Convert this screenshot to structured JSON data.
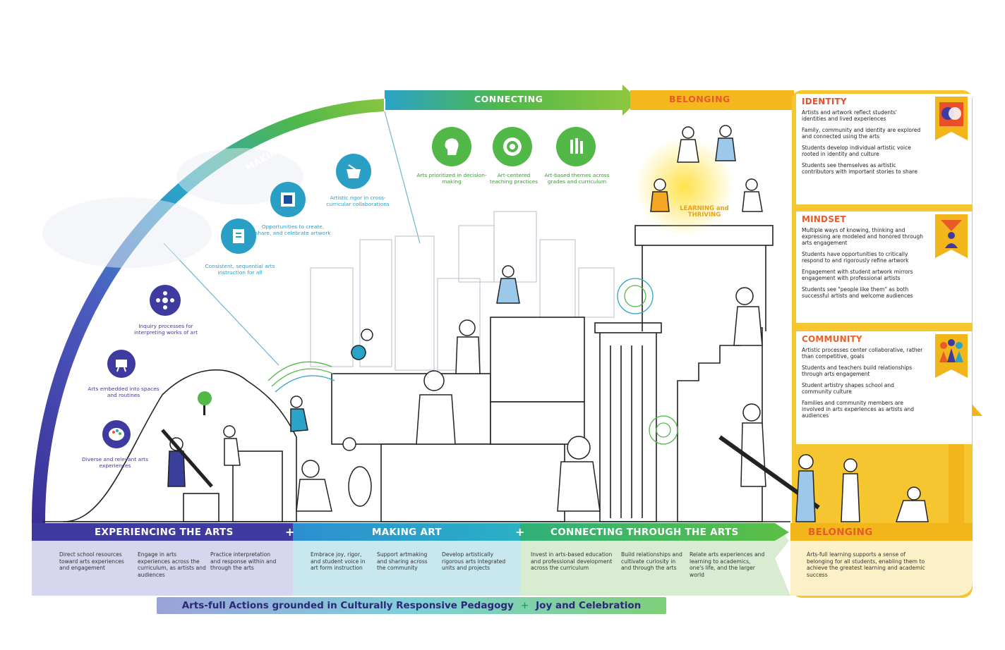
{
  "arch": {
    "experiencing": "EXPERIENCING",
    "making": "MAKING",
    "connecting": "CONNECTING",
    "belonging": "BELONGING"
  },
  "icons": {
    "experiencing": [
      {
        "icon": "palette-icon",
        "caption": "Diverse and relevant arts experiences"
      },
      {
        "icon": "easel-icon",
        "caption": "Arts embedded into spaces and routines"
      },
      {
        "icon": "network-icon",
        "caption": "Inquiry processes for interpreting works of art"
      }
    ],
    "making": [
      {
        "icon": "book-icon",
        "caption": "Consistent, sequential arts instruction for all"
      },
      {
        "icon": "frame-icon",
        "caption": "Opportunities to create, share, and celebrate artwork"
      },
      {
        "icon": "basket-icon",
        "caption": "Artistic rigor in cross-curricular collaborations"
      }
    ],
    "connecting": [
      {
        "icon": "head-icon",
        "caption": "Arts prioritized in decision-making"
      },
      {
        "icon": "target-icon",
        "caption": "Art-centered teaching practices"
      },
      {
        "icon": "tools-icon",
        "caption": "Art-based themes across grades and curriculum"
      }
    ]
  },
  "summit_label": "LEARNING and THRIVING",
  "panels": [
    {
      "title": "IDENTITY",
      "icon": "identity-faces-icon",
      "items": [
        "Artists and artwork reflect students' identities and lived experiences",
        "Family, community and identity are explored and connected using the arts",
        "Students develop individual artistic voice rooted in identity and culture",
        "Students see themselves as artistic contributors with important stories to share"
      ]
    },
    {
      "title": "MINDSET",
      "icon": "mindset-person-icon",
      "items": [
        "Multiple ways of knowing, thinking and expressing are modeled and honored through arts engagement",
        "Students have opportunities to critically respond to and rigorously refine artwork",
        "Engagement with student artwork mirrors engagement with professional artists",
        "Students see \"people like them\" as both successful artists and welcome audiences"
      ]
    },
    {
      "title": "COMMUNITY",
      "icon": "community-people-icon",
      "items": [
        "Artistic processes center collaborative, rather than competitive, goals",
        "Students and teachers build relationships through arts engagement",
        "Student artistry shapes school and community culture",
        "Families and community members are involved in arts experiences as artists and audiences"
      ]
    }
  ],
  "bands": [
    {
      "label": "EXPERIENCING THE ARTS",
      "columns": [
        "Direct school resources toward arts experiences and engagement",
        "Engage in arts experiences across the curriculum, as artists and audiences",
        "Practice interpretation and response within and through the arts"
      ]
    },
    {
      "label": "MAKING ART",
      "columns": [
        "Embrace joy, rigor, and student voice in art form instruction",
        "Support artmaking and sharing across the community",
        "Develop artistically rigorous arts integrated units and projects"
      ]
    },
    {
      "label": "CONNECTING THROUGH THE ARTS",
      "columns": [
        "Invest in arts-based education and professional development across the curriculum",
        "Build relationships and cultivate curiosity in and through the arts",
        "Relate arts experiences and learning to academics, one's life, and the larger world"
      ]
    },
    {
      "label": "BELONGING",
      "columns": [
        "Arts-full learning supports a sense of belonging for all students, enabling them to achieve the greatest learning and academic success"
      ]
    }
  ],
  "plus": "+",
  "footer": {
    "left": "Arts-full Actions grounded in Culturally Responsive Pedagogy",
    "plus": "+",
    "right": "Joy and Celebration"
  },
  "colors": {
    "experiencing": "#3f3aa0",
    "making": "#2a9fc6",
    "connecting": "#52b848",
    "belonging": "#f0b81a",
    "identity": "#e8502a",
    "mindset": "#e85a28",
    "community": "#e8602a"
  }
}
